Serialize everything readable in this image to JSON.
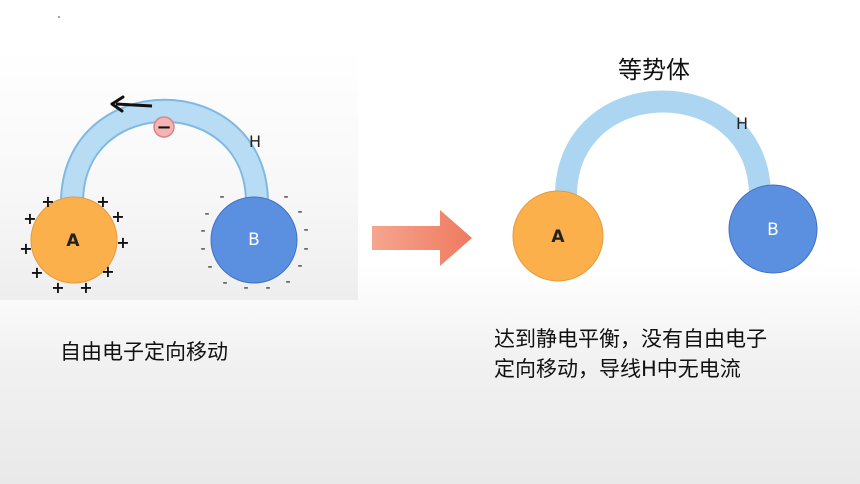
{
  "left": {
    "sphere_a_label": "A",
    "sphere_b_label": "B",
    "wire_label": "H",
    "electron_symbol": "−",
    "caption": "自由电子定向移动",
    "plus_sign": "+",
    "minus_sign": "-"
  },
  "right": {
    "title": "等势体",
    "sphere_a_label": "A",
    "sphere_b_label": "B",
    "wire_label": "H",
    "caption_line1": "达到静电平衡，没有自由电子",
    "caption_line2": "定向移动，导线H中无电流"
  },
  "colors": {
    "sphere_a": "#fbb04c",
    "sphere_b": "#5b8fe0",
    "wire": "#a9d4f0",
    "arrow": "#f08a72",
    "electron": "#f2a6a6"
  }
}
